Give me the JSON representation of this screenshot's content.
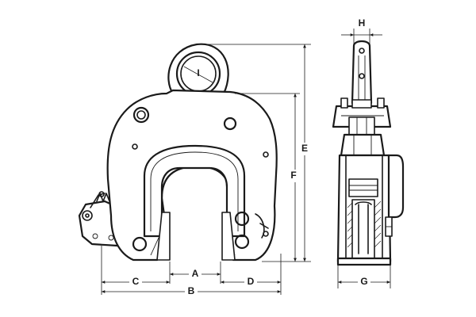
{
  "dimensions": {
    "A": "A",
    "B": "B",
    "C": "C",
    "D": "D",
    "E": "E",
    "F": "F",
    "G": "G",
    "H": "H",
    "I": "I"
  }
}
